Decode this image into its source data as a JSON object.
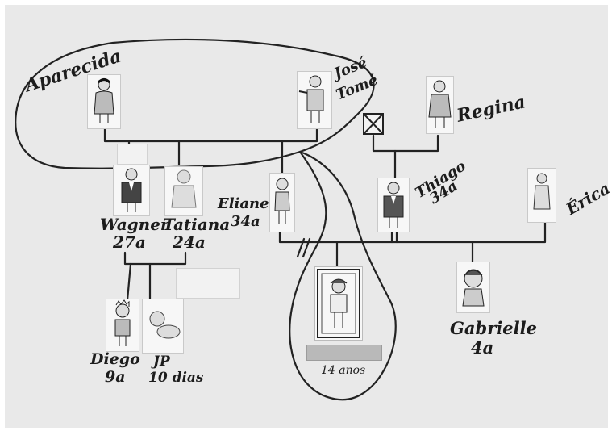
{
  "people": {
    "aparecida": "Aparecida",
    "jose_tome": [
      "José",
      "Tomé"
    ],
    "regina": "Regina",
    "wagner": [
      "Wagner",
      "27a"
    ],
    "tatiana": [
      "Tatiana",
      "24a"
    ],
    "eliane": [
      "Eliane",
      "34a"
    ],
    "thiago": [
      "Thiago",
      "34a"
    ],
    "erica": "Érica",
    "diego": [
      "Diego",
      "9a"
    ],
    "jp": [
      "JP",
      "10 dias"
    ],
    "child_age": "14 anos",
    "gabrielle": [
      "Gabrielle",
      "4a"
    ]
  }
}
